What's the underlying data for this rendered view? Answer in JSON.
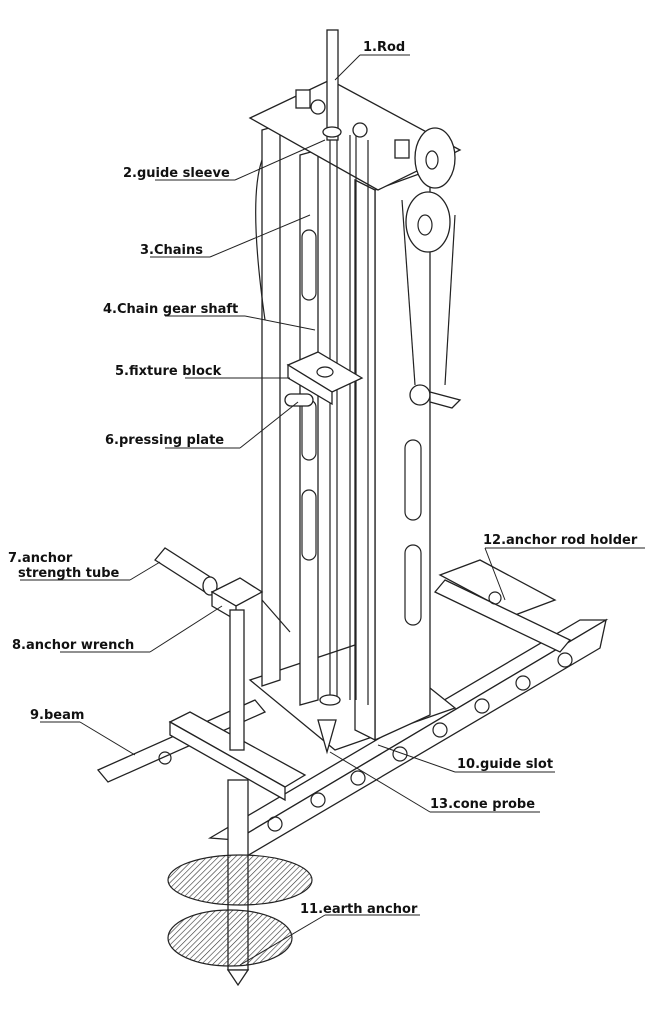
{
  "labels": [
    {
      "id": "rod",
      "num": "1.",
      "text": "Rod"
    },
    {
      "id": "guide-sleeve",
      "num": "2.",
      "text": "guide sleeve"
    },
    {
      "id": "chains",
      "num": "3.",
      "text": "Chains"
    },
    {
      "id": "chain-gear-shaft",
      "num": "4.",
      "text": "Chain gear shaft"
    },
    {
      "id": "fixture-block",
      "num": "5.",
      "text": "fixture block"
    },
    {
      "id": "pressing-plate",
      "num": "6.",
      "text": "pressing plate"
    },
    {
      "id": "anchor-strength-tube",
      "num": "7.",
      "text": "anchor",
      "text2": "strength tube"
    },
    {
      "id": "anchor-wrench",
      "num": "8.",
      "text": "anchor wrench"
    },
    {
      "id": "beam",
      "num": "9.",
      "text": "beam"
    },
    {
      "id": "guide-slot",
      "num": "10.",
      "text": "guide slot"
    },
    {
      "id": "earth-anchor",
      "num": "11.",
      "text": "earth anchor"
    },
    {
      "id": "anchor-rod-holder",
      "num": "12.",
      "text": "anchor rod holder"
    },
    {
      "id": "cone-probe",
      "num": "13.",
      "text": "cone probe"
    }
  ]
}
